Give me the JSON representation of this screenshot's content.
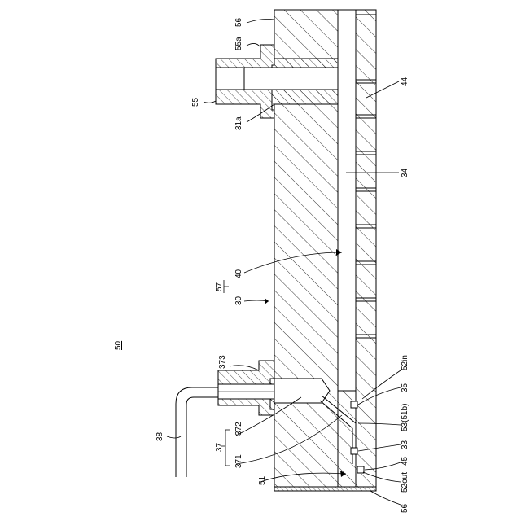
{
  "figure": {
    "labels": {
      "l56_top": "56",
      "l55a": "55a",
      "l55": "55",
      "l31a": "31a",
      "l44": "44",
      "l34": "34",
      "l40": "40",
      "l57": "57",
      "l30": "30",
      "l50": "50",
      "l373": "373",
      "l52in": "52in",
      "l35": "35",
      "l38": "38",
      "l372": "372",
      "l37": "37",
      "l371": "371",
      "l53": "53(51b)",
      "l33": "33",
      "l45": "45",
      "l51": "51",
      "l52out": "52out",
      "l56_bottom": "56"
    }
  }
}
